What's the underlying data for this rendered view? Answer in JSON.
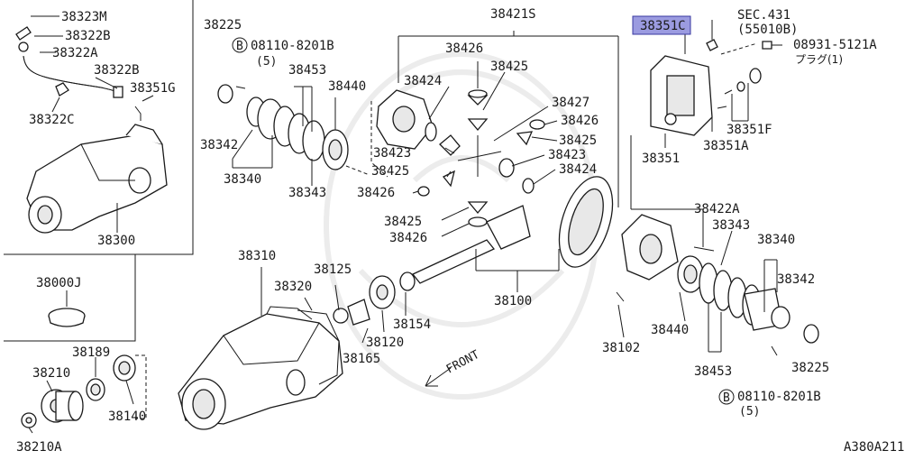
{
  "diagram_code": "A380A211",
  "front_label": "FRONT",
  "highlight_part": "38351C",
  "labels": {
    "p38323M": "38323M",
    "p38322B_a": "38322B",
    "p38322A": "38322A",
    "p38322B_b": "38322B",
    "p38351G": "38351G",
    "p38322C": "38322C",
    "p38300": "38300",
    "p38000J": "38000J",
    "p38189": "38189",
    "p38210": "38210",
    "p38140": "38140",
    "p38210A": "38210A",
    "p38225_a": "38225",
    "b_bolt_a": "08110-8201B",
    "b_bolt_a_qty": "(5)",
    "p38453_a": "38453",
    "p38440_a": "38440",
    "p38342_a": "38342",
    "p38340_a": "38340",
    "p38343_a": "38343",
    "p38421S": "38421S",
    "p38426_a": "38426",
    "p38425_a": "38425",
    "p38424_a": "38424",
    "p38427": "38427",
    "p38426_b": "38426",
    "p38423_a": "38423",
    "p38425_b": "38425",
    "p38425_c": "38425",
    "p38423_b": "38423",
    "p38424_b": "38424",
    "p38426_c": "38426",
    "p38425_d": "38425",
    "p38426_d": "38426",
    "p38351C": "38351C",
    "sec_ref": "SEC.431",
    "sec_ref2": "(55010B)",
    "plug_no": "08931-5121A",
    "plug_label": "プラグ(1)",
    "p38351F": "38351F",
    "p38351A": "38351A",
    "p38351": "38351",
    "p38422A": "38422A",
    "p38343_b": "38343",
    "p38340_b": "38340",
    "p38342_b": "38342",
    "p38440_b": "38440",
    "p38453_b": "38453",
    "p38225_b": "38225",
    "b_bolt_b": "08110-8201B",
    "b_bolt_b_qty": "(5)",
    "p38310": "38310",
    "p38320": "38320",
    "p38125": "38125",
    "p38154": "38154",
    "p38120": "38120",
    "p38165": "38165",
    "p38100": "38100",
    "p38102": "38102"
  },
  "bolt_marker": "B"
}
